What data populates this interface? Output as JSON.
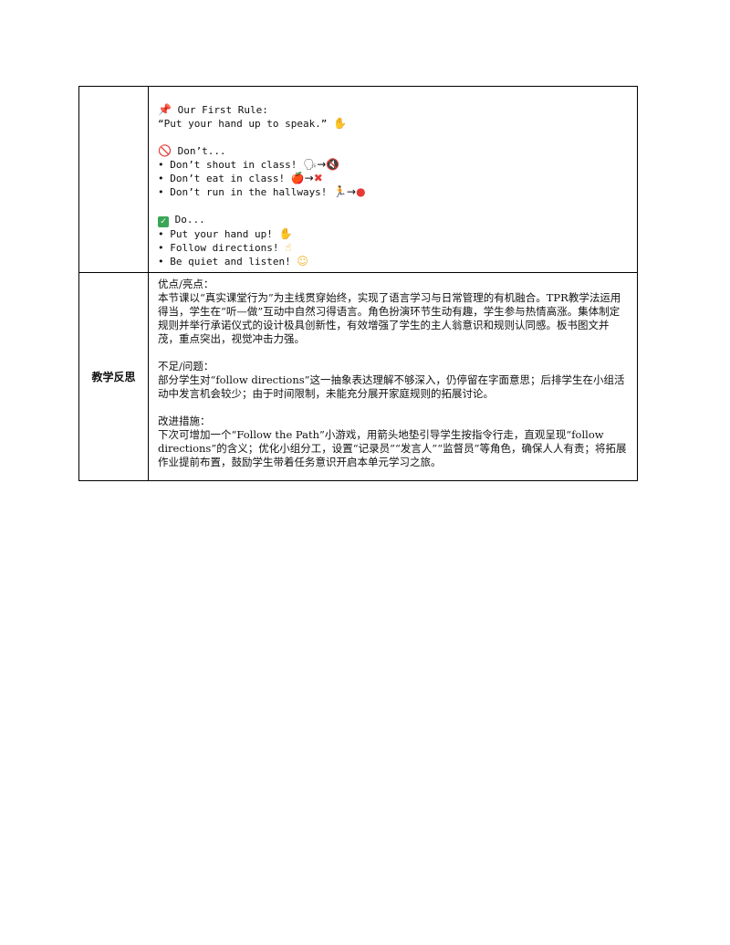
{
  "rows": [
    {
      "label": "",
      "rule_title": "Our First Rule:",
      "rule_quote": "“Put your hand up to speak.”",
      "dont_header": "Don’t...",
      "dont_items": [
        "• Don’t shout in class!",
        "• Don’t eat in class!",
        "• Don’t run in the hallways!"
      ],
      "do_header": "Do...",
      "do_items": [
        "• Put your hand up!",
        "• Follow directions!",
        "• Be quiet and listen!"
      ]
    },
    {
      "label": "教学反思",
      "sections": [
        {
          "heading": "优点/亮点：",
          "body": "本节课以“真实课堂行为”为主线贯穿始终，实现了语言学习与日常管理的有机融合。TPR教学法运用得当，学生在“听—做”互动中自然习得语言。角色扮演环节生动有趣，学生参与热情高涨。集体制定规则并举行承诺仪式的设计极具创新性，有效增强了学生的主人翁意识和规则认同感。板书图文并茂，重点突出，视觉冲击力强。"
        },
        {
          "heading": "不足/问题：",
          "body": "部分学生对“follow directions”这一抽象表达理解不够深入，仍停留在字面意思；后排学生在小组活动中发言机会较少；由于时间限制，未能充分展开家庭规则的拓展讨论。"
        },
        {
          "heading": "改进措施：",
          "body": "下次可增加一个“Follow the Path”小游戏，用箭头地垫引导学生按指令行走，直观呈现“follow directions”的含义；优化小组分工，设置“记录员”“发言人”“监督员”等角色，确保人人有责；将拓展作业提前布置，鼓励学生带着任务意识开启本单元学习之旅。"
        }
      ]
    }
  ],
  "icons": {
    "pin": "pushpin-icon",
    "no_entry": "no-entry-icon",
    "check": "check-mark-icon",
    "hand": "raised-hand-icon",
    "arrow": "arrow-icon",
    "cross": "cross-mark-icon"
  }
}
